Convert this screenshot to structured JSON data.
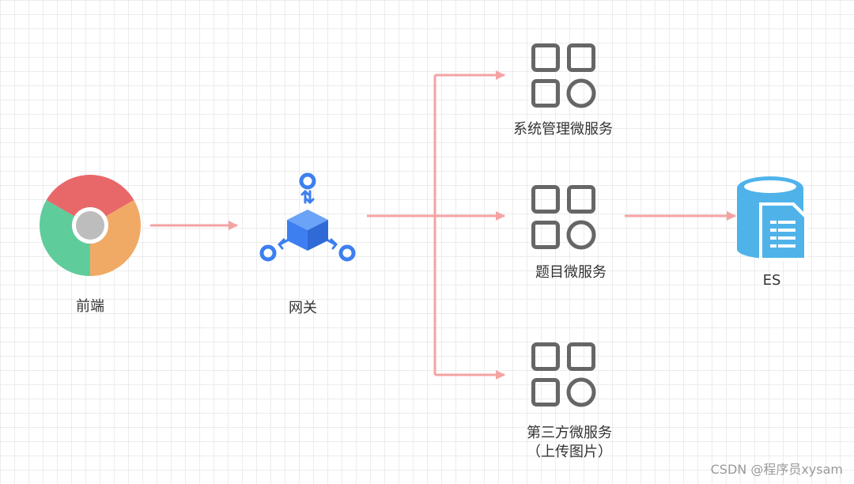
{
  "nodes": {
    "frontend": {
      "label": "前端",
      "icon": "browser-icon"
    },
    "gateway": {
      "label": "网关",
      "icon": "gateway-icon"
    },
    "system_service": {
      "label": "系统管理微服务",
      "icon": "microservice-icon"
    },
    "question_service": {
      "label": "题目微服务",
      "icon": "microservice-icon"
    },
    "thirdparty_service": {
      "label_line1": "第三方微服务",
      "label_line2": "（上传图片）",
      "icon": "microservice-icon"
    },
    "es": {
      "label": "ES",
      "icon": "database-icon"
    }
  },
  "edges": [
    {
      "from": "frontend",
      "to": "gateway"
    },
    {
      "from": "gateway",
      "to": "system_service"
    },
    {
      "from": "gateway",
      "to": "question_service"
    },
    {
      "from": "gateway",
      "to": "thirdparty_service"
    },
    {
      "from": "question_service",
      "to": "es"
    }
  ],
  "colors": {
    "arrow": "#f4a3a3",
    "service_icon": "#666666",
    "gateway": "#3d7ff0",
    "database": "#4fb3ea",
    "chrome_red": "#e8686a",
    "chrome_green": "#5fcc9b",
    "chrome_orange": "#f0aa66",
    "chrome_center": "#bdbdbd"
  },
  "watermark": "CSDN @程序员xysam"
}
